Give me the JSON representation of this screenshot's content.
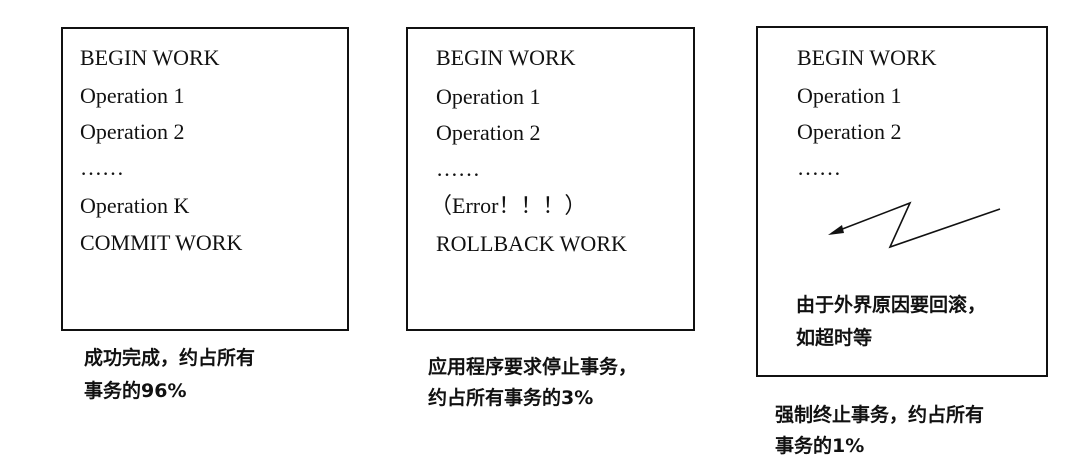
{
  "panels": [
    {
      "lines": [
        "BEGIN WORK",
        "Operation 1",
        "Operation 2",
        "……",
        "Operation K",
        "COMMIT WORK"
      ],
      "caption": [
        "成功完成，约占所有",
        "事务的96%"
      ]
    },
    {
      "lines": [
        "BEGIN WORK",
        "Operation 1",
        "Operation 2",
        "……",
        "（Error！！！）",
        "ROLLBACK WORK"
      ],
      "caption": [
        "应用程序要求停止事务，",
        "约占所有事务的3%"
      ]
    },
    {
      "lines": [
        "BEGIN WORK",
        "Operation 1",
        "Operation 2",
        "……"
      ],
      "note": [
        "由于外界原因要回滚，",
        "如超时等"
      ],
      "caption": [
        "强制终止事务，约占所有",
        "事务的1%"
      ]
    }
  ]
}
